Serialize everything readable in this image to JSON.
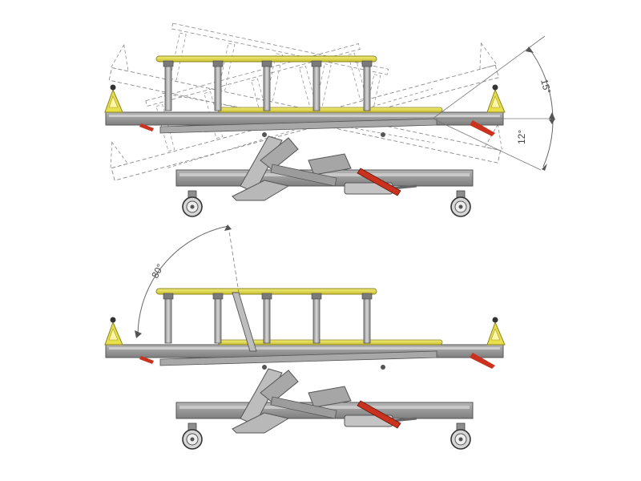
{
  "annotations": {
    "tilt_up": "15°",
    "tilt_down": "12°",
    "backrest": "80°"
  },
  "colors": {
    "frame": "#9a9a9a",
    "frame_dark": "#6e6e6e",
    "rail": "#e8e04a",
    "rail_stroke": "#8c8420",
    "handle": "#c8321e",
    "ghost": "#8a8a8a",
    "dim_line": "#777777"
  },
  "icons": {
    "wheel": "caster-wheel-icon",
    "post": "rail-post-icon",
    "bumper": "corner-bumper-icon"
  }
}
